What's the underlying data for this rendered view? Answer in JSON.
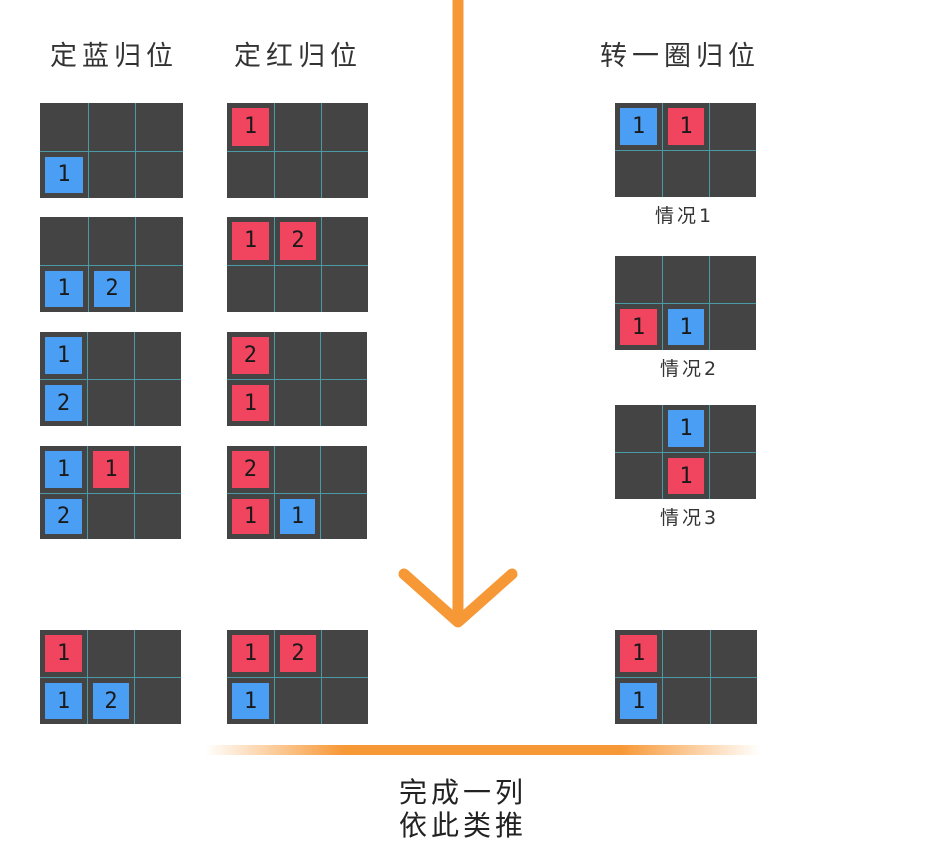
{
  "headings": {
    "blue": "定蓝归位",
    "red": "定红归位",
    "rotate": "转一圈归位"
  },
  "captions": [
    "情况1",
    "情况2",
    "情况3"
  ],
  "bottom_text": [
    "完成一列",
    "依此类推"
  ],
  "colors": {
    "board": "#444444",
    "grid_line": "#4a9aa6",
    "blue_tile": "#4a9ff5",
    "red_tile": "#f0445f",
    "arrow": "#f79836"
  },
  "boards": [
    {
      "id": "blue-step-1",
      "tiles": [
        {
          "row": 1,
          "col": 0,
          "color": "blue",
          "label": "1"
        }
      ]
    },
    {
      "id": "blue-step-2",
      "tiles": [
        {
          "row": 1,
          "col": 0,
          "color": "blue",
          "label": "1"
        },
        {
          "row": 1,
          "col": 1,
          "color": "blue",
          "label": "2"
        }
      ]
    },
    {
      "id": "blue-step-3",
      "tiles": [
        {
          "row": 0,
          "col": 0,
          "color": "blue",
          "label": "1"
        },
        {
          "row": 1,
          "col": 0,
          "color": "blue",
          "label": "2"
        }
      ]
    },
    {
      "id": "blue-step-4",
      "tiles": [
        {
          "row": 0,
          "col": 0,
          "color": "blue",
          "label": "1"
        },
        {
          "row": 0,
          "col": 1,
          "color": "red",
          "label": "1"
        },
        {
          "row": 1,
          "col": 0,
          "color": "blue",
          "label": "2"
        }
      ]
    },
    {
      "id": "red-step-1",
      "tiles": [
        {
          "row": 0,
          "col": 0,
          "color": "red",
          "label": "1"
        }
      ]
    },
    {
      "id": "red-step-2",
      "tiles": [
        {
          "row": 0,
          "col": 0,
          "color": "red",
          "label": "1"
        },
        {
          "row": 0,
          "col": 1,
          "color": "red",
          "label": "2"
        }
      ]
    },
    {
      "id": "red-step-3",
      "tiles": [
        {
          "row": 0,
          "col": 0,
          "color": "red",
          "label": "2"
        },
        {
          "row": 1,
          "col": 0,
          "color": "red",
          "label": "1"
        }
      ]
    },
    {
      "id": "red-step-4",
      "tiles": [
        {
          "row": 0,
          "col": 0,
          "color": "red",
          "label": "2"
        },
        {
          "row": 1,
          "col": 0,
          "color": "red",
          "label": "1"
        },
        {
          "row": 1,
          "col": 1,
          "color": "blue",
          "label": "1"
        }
      ]
    },
    {
      "id": "rotate-case-1",
      "tiles": [
        {
          "row": 0,
          "col": 0,
          "color": "blue",
          "label": "1"
        },
        {
          "row": 0,
          "col": 1,
          "color": "red",
          "label": "1"
        }
      ]
    },
    {
      "id": "rotate-case-2",
      "tiles": [
        {
          "row": 1,
          "col": 0,
          "color": "red",
          "label": "1"
        },
        {
          "row": 1,
          "col": 1,
          "color": "blue",
          "label": "1"
        }
      ]
    },
    {
      "id": "rotate-case-3",
      "tiles": [
        {
          "row": 0,
          "col": 1,
          "color": "blue",
          "label": "1"
        },
        {
          "row": 1,
          "col": 1,
          "color": "red",
          "label": "1"
        }
      ]
    },
    {
      "id": "result-blue",
      "tiles": [
        {
          "row": 0,
          "col": 0,
          "color": "red",
          "label": "1"
        },
        {
          "row": 1,
          "col": 0,
          "color": "blue",
          "label": "1"
        },
        {
          "row": 1,
          "col": 1,
          "color": "blue",
          "label": "2"
        }
      ]
    },
    {
      "id": "result-red",
      "tiles": [
        {
          "row": 0,
          "col": 0,
          "color": "red",
          "label": "1"
        },
        {
          "row": 0,
          "col": 1,
          "color": "red",
          "label": "2"
        },
        {
          "row": 1,
          "col": 0,
          "color": "blue",
          "label": "1"
        }
      ]
    },
    {
      "id": "result-rotate",
      "tiles": [
        {
          "row": 0,
          "col": 0,
          "color": "red",
          "label": "1"
        },
        {
          "row": 1,
          "col": 0,
          "color": "blue",
          "label": "1"
        }
      ]
    }
  ]
}
